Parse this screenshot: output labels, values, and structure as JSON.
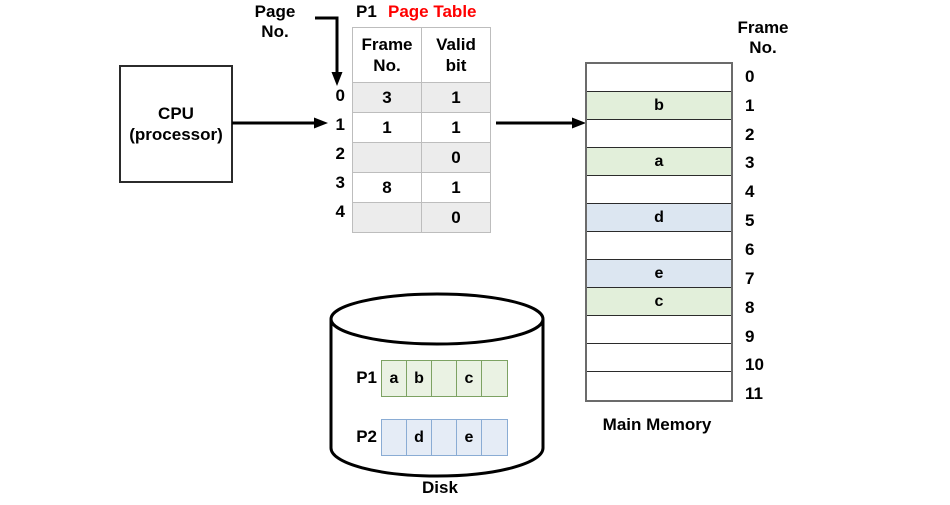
{
  "diagram": {
    "title_p1": "P1",
    "title_page_table": "Page Table",
    "title_page_table_color": "#ff0000",
    "page_no_label": "Page\nNo.",
    "frame_no_label": "Frame\nNo.",
    "cpu": {
      "line1": "CPU",
      "line2": "(processor)"
    },
    "page_table": {
      "headers": [
        "Frame\nNo.",
        "Valid\nbit"
      ],
      "row_index_labels": [
        "0",
        "1",
        "2",
        "3",
        "4"
      ],
      "rows": [
        {
          "index": "0",
          "frame_no": "3",
          "valid_bit": "1",
          "shaded": true
        },
        {
          "index": "1",
          "frame_no": "1",
          "valid_bit": "1",
          "shaded": false
        },
        {
          "index": "2",
          "frame_no": "",
          "valid_bit": "0",
          "shaded": true
        },
        {
          "index": "3",
          "frame_no": "8",
          "valid_bit": "1",
          "shaded": false
        },
        {
          "index": "4",
          "frame_no": "",
          "valid_bit": "0",
          "shaded": true
        }
      ]
    },
    "memory": {
      "caption": "Main Memory",
      "index_header": "Frame\nNo.",
      "frames": [
        {
          "index": "0",
          "content": "",
          "fill": "none"
        },
        {
          "index": "1",
          "content": "b",
          "fill": "green"
        },
        {
          "index": "2",
          "content": "",
          "fill": "none"
        },
        {
          "index": "3",
          "content": "a",
          "fill": "green"
        },
        {
          "index": "4",
          "content": "",
          "fill": "none"
        },
        {
          "index": "5",
          "content": "d",
          "fill": "blue"
        },
        {
          "index": "6",
          "content": "",
          "fill": "none"
        },
        {
          "index": "7",
          "content": "e",
          "fill": "blue"
        },
        {
          "index": "8",
          "content": "c",
          "fill": "green"
        },
        {
          "index": "9",
          "content": "",
          "fill": "none"
        },
        {
          "index": "10",
          "content": "",
          "fill": "none"
        },
        {
          "index": "11",
          "content": "",
          "fill": "none"
        }
      ]
    },
    "disk": {
      "caption": "Disk",
      "processes": [
        {
          "name": "P1",
          "cells": [
            "a",
            "b",
            "",
            "c",
            ""
          ],
          "fill": "green"
        },
        {
          "name": "P2",
          "cells": [
            "",
            "d",
            "",
            "e",
            ""
          ],
          "fill": "blue"
        }
      ]
    },
    "colors": {
      "green_fill": "#e2efda",
      "blue_fill": "#dce6f1",
      "shaded_row": "#ececec",
      "accent_red": "#ff0000",
      "stroke": "#000000"
    }
  }
}
